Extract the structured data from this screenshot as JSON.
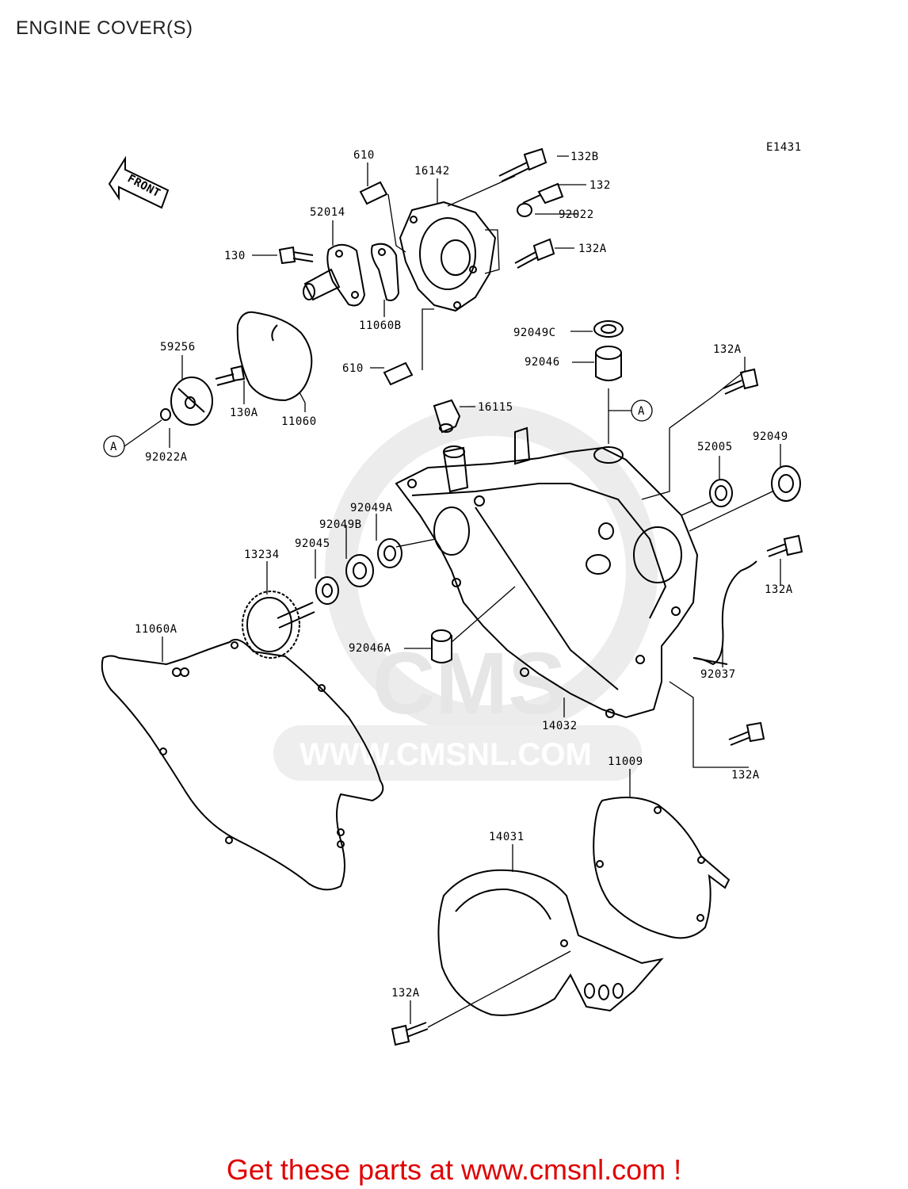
{
  "page": {
    "title": "ENGINE COVER(S)",
    "diagram_code": "E1431",
    "front_label": "FRONT",
    "footer": "Get these parts at www.cmsnl.com !"
  },
  "watermark": {
    "brand": "CMS",
    "url": "WWW.CMSNL.COM"
  },
  "callouts": {
    "A": "A"
  },
  "parts": [
    {
      "id": "610",
      "label": "610"
    },
    {
      "id": "16142",
      "label": "16142"
    },
    {
      "id": "132B",
      "label": "132B"
    },
    {
      "id": "132",
      "label": "132"
    },
    {
      "id": "92022",
      "label": "92022"
    },
    {
      "id": "52014",
      "label": "52014"
    },
    {
      "id": "130",
      "label": "130"
    },
    {
      "id": "132A_top",
      "label": "132A"
    },
    {
      "id": "11060B",
      "label": "11060B"
    },
    {
      "id": "92049C",
      "label": "92049C"
    },
    {
      "id": "92046",
      "label": "92046"
    },
    {
      "id": "59256",
      "label": "59256"
    },
    {
      "id": "610_b",
      "label": "610"
    },
    {
      "id": "130A",
      "label": "130A"
    },
    {
      "id": "11060",
      "label": "11060"
    },
    {
      "id": "16115",
      "label": "16115"
    },
    {
      "id": "132A_right",
      "label": "132A"
    },
    {
      "id": "92022A",
      "label": "92022A"
    },
    {
      "id": "52005",
      "label": "52005"
    },
    {
      "id": "92049",
      "label": "92049"
    },
    {
      "id": "92049A",
      "label": "92049A"
    },
    {
      "id": "92049B",
      "label": "92049B"
    },
    {
      "id": "92045",
      "label": "92045"
    },
    {
      "id": "13234",
      "label": "13234"
    },
    {
      "id": "132A_mid",
      "label": "132A"
    },
    {
      "id": "11060A",
      "label": "11060A"
    },
    {
      "id": "92046A",
      "label": "92046A"
    },
    {
      "id": "92037",
      "label": "92037"
    },
    {
      "id": "14032",
      "label": "14032"
    },
    {
      "id": "132A_low",
      "label": "132A"
    },
    {
      "id": "11009",
      "label": "11009"
    },
    {
      "id": "14031",
      "label": "14031"
    },
    {
      "id": "132A_bottom",
      "label": "132A"
    }
  ]
}
